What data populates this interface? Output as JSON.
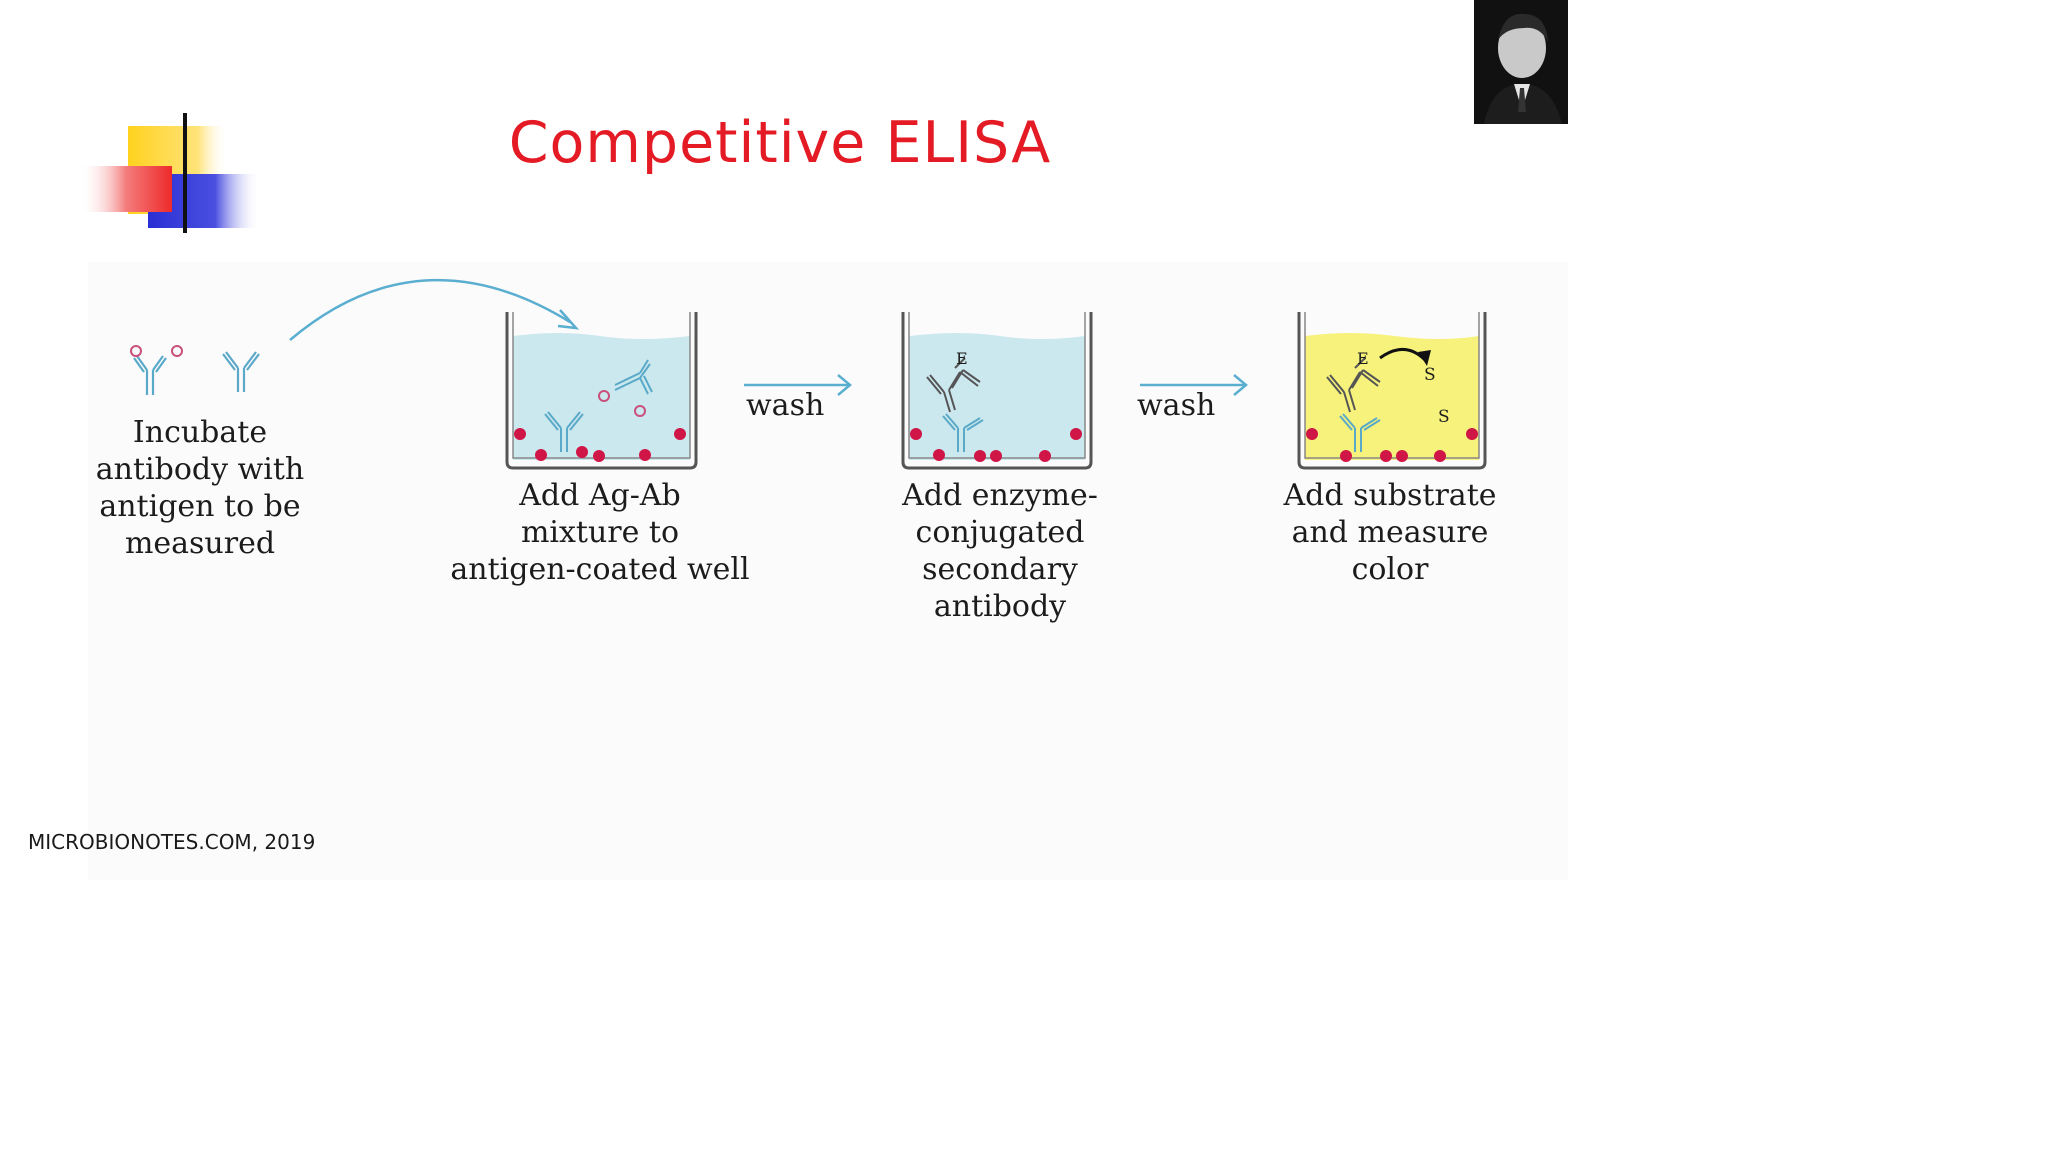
{
  "slide": {
    "title": "Competitive ELISA",
    "footer": "MICROBIONOTES.COM, 2019"
  },
  "steps": [
    {
      "lines": [
        "Incubate",
        "antibody with",
        "antigen to be",
        "measured"
      ]
    },
    {
      "lines": [
        "Add Ag-Ab",
        "mixture to",
        "antigen-coated well"
      ]
    },
    {
      "lines": [
        "Add enzyme-",
        "conjugated",
        "secondary",
        "antibody"
      ]
    },
    {
      "lines": [
        "Add substrate",
        "and measure",
        "color"
      ]
    }
  ],
  "arrows": [
    {
      "label": "wash"
    },
    {
      "label": "wash"
    }
  ],
  "well_labels": {
    "enzyme": "E",
    "substrate": "S"
  },
  "colors": {
    "title": "#e41b25",
    "liquid_blue": "#cbe8ee",
    "liquid_yellow": "#f6f27c",
    "antigen_dot": "#d01547",
    "antibody_blue": "#5aa9c8",
    "arrow": "#5aaed0",
    "deco_yellow": "#ffd21e",
    "deco_blue": "#2a2fd4",
    "deco_red": "#f06a6a"
  }
}
